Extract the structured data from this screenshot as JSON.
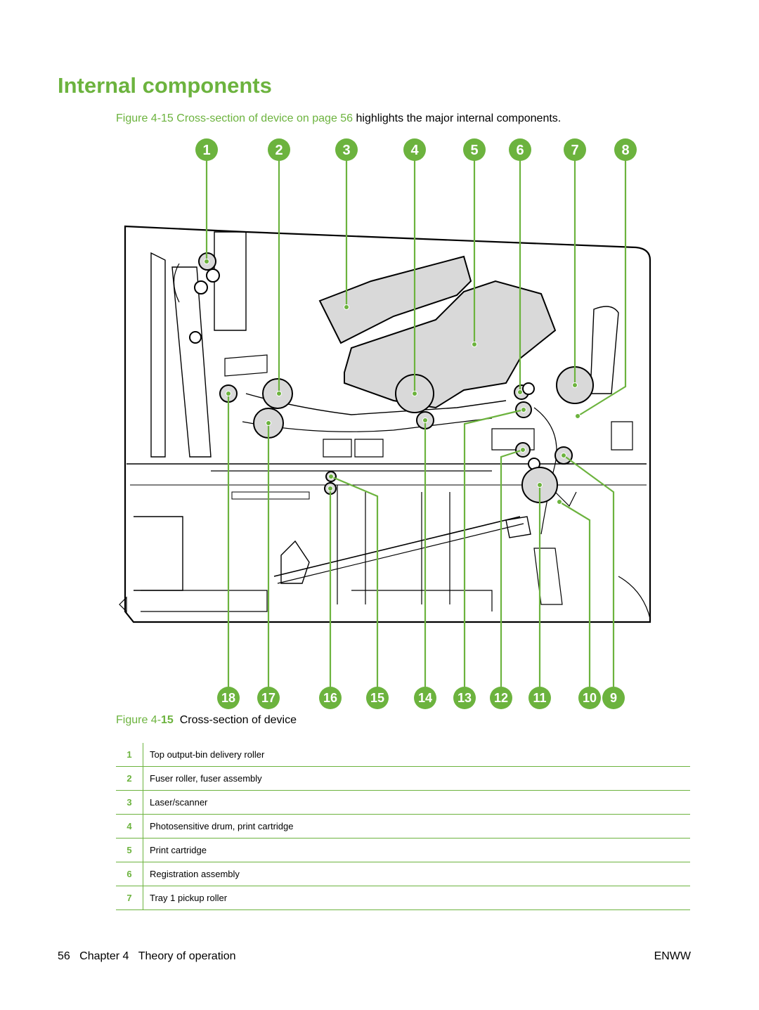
{
  "heading": "Internal components",
  "intro": {
    "link_text": "Figure 4-15 Cross-section of device on page 56",
    "rest_text": " highlights the major internal components."
  },
  "callouts_top": [
    "1",
    "2",
    "3",
    "4",
    "5",
    "6",
    "7",
    "8"
  ],
  "callouts_bottom": [
    "18",
    "17",
    "16",
    "15",
    "14",
    "13",
    "12",
    "11",
    "10",
    "9"
  ],
  "caption": {
    "label": "Figure 4-",
    "number": "15",
    "text": "Cross-section of device"
  },
  "legend": [
    {
      "num": "1",
      "desc": "Top output-bin delivery roller"
    },
    {
      "num": "2",
      "desc": "Fuser roller, fuser assembly"
    },
    {
      "num": "3",
      "desc": "Laser/scanner"
    },
    {
      "num": "4",
      "desc": "Photosensitive drum, print cartridge"
    },
    {
      "num": "5",
      "desc": "Print cartridge"
    },
    {
      "num": "6",
      "desc": "Registration assembly"
    },
    {
      "num": "7",
      "desc": "Tray 1 pickup roller"
    }
  ],
  "footer": {
    "page": "56",
    "chapter": "Chapter 4",
    "chapter_title": "Theory of operation",
    "brand": "ENWW"
  },
  "colors": {
    "accent": "#6cb33e",
    "text": "#000000",
    "part_fill": "#d9d9d9"
  }
}
